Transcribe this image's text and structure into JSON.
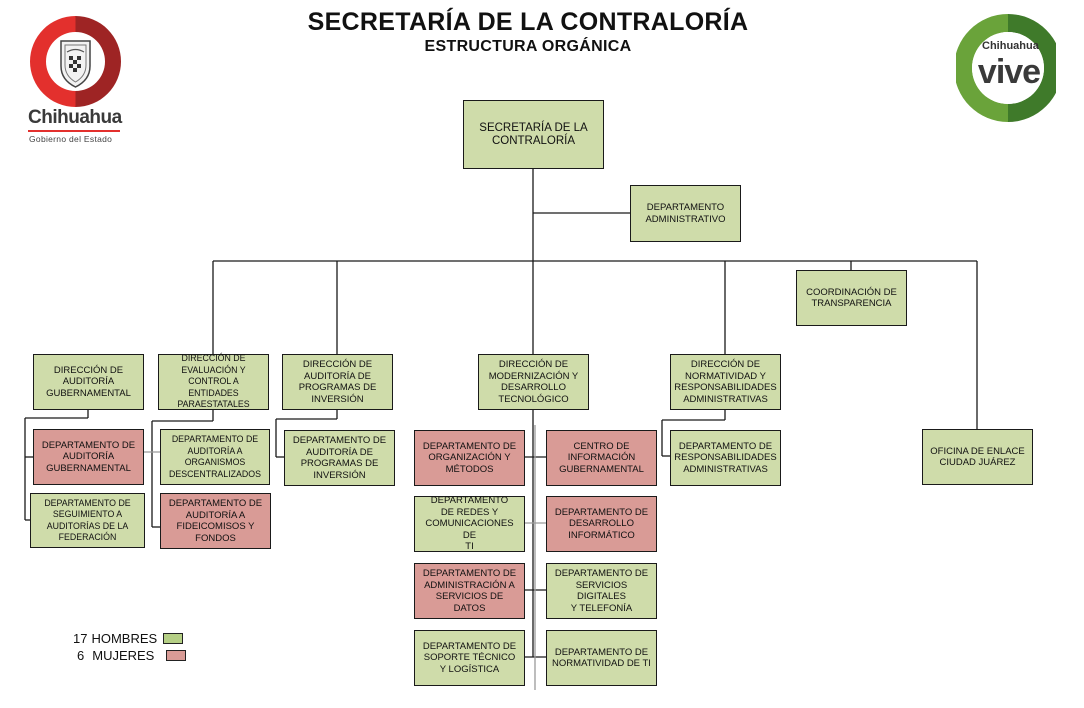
{
  "header": {
    "title": "SECRETARÍA DE LA CONTRALORÍA",
    "subtitle": "ESTRUCTURA ORGÁNICA"
  },
  "logos": {
    "left": {
      "name": "Chihuahua",
      "tagline": "Gobierno del Estado",
      "ring_color_light": "#e3302d",
      "ring_color_dark": "#9e2424"
    },
    "right": {
      "small": "Chihuahua",
      "big": "vive",
      "ring_color_light": "#6aa33a",
      "ring_color_dark": "#3f7a2a"
    }
  },
  "colors": {
    "hombres": "#cfdcaa",
    "mujeres": "#d99b96",
    "line": "#1a1a1a"
  },
  "nodes": {
    "secretaria": "SECRETARÍA DE LA\nCONTRALORÍA",
    "depto_administrativo": "DEPARTAMENTO\nADMINISTRATIVO",
    "coord_transparencia": "COORDINACIÓN DE\nTRANSPARENCIA",
    "dir_auditoria_gub": "DIRECCIÓN DE\nAUDITORÍA\nGUBERNAMENTAL",
    "dir_evaluacion": "DIRECCIÓN DE\nEVALUACIÓN Y\nCONTROL A ENTIDADES\nPARAESTATALES",
    "dir_programas_inversion": "DIRECCIÓN DE\nAUDITORÍA DE\nPROGRAMAS DE\nINVERSIÓN",
    "dir_modernizacion": "DIRECCIÓN DE\nMODERNIZACIÓN Y\nDESARROLLO\nTECNOLÓGICO",
    "dir_normatividad": "DIRECCIÓN DE\nNORMATIVIDAD Y\nRESPONSABILIDADES\nADMINISTRATIVAS",
    "oficina_juarez": "OFICINA DE ENLACE\nCIUDAD JUÁREZ",
    "dep_auditoria_gub": "DEPARTAMENTO DE\nAUDITORÍA\nGUBERNAMENTAL",
    "dep_seguimiento": "DEPARTAMENTO DE\nSEGUIMIENTO A\nAUDITORÍAS DE LA\nFEDERACIÓN",
    "dep_organismos": "DEPARTAMENTO DE\nAUDITORÍA A\nORGANISMOS\nDESCENTRALIZADOS",
    "dep_fideicomisos": "DEPARTAMENTO DE\nAUDITORÍA A\nFIDEICOMISOS Y\nFONDOS",
    "dep_programas_inversion": "DEPARTAMENTO DE\nAUDITORÍA DE\nPROGRAMAS DE\nINVERSIÓN",
    "dep_organizacion": "DEPARTAMENTO DE\nORGANIZACIÓN Y\nMÉTODOS",
    "centro_informacion": "CENTRO DE\nINFORMACIÓN\nGUBERNAMENTAL",
    "dep_redes": "DEPARTAMENTO\nDE REDES Y\nCOMUNICACIONES DE\nTI",
    "dep_desarrollo": "DEPARTAMENTO DE\nDESARROLLO\nINFORMÁTICO",
    "dep_admin_datos": "DEPARTAMENTO DE\nADMINISTRACIÓN A\nSERVICIOS DE DATOS",
    "dep_servicios_digitales": "DEPARTAMENTO DE\nSERVICIOS DIGITALES\nY TELEFONÍA",
    "dep_soporte": "DEPARTAMENTO DE\nSOPORTE TÉCNICO\nY LOGÍSTICA",
    "dep_normatividad_ti": "DEPARTAMENTO DE\nNORMATIVIDAD DE TI",
    "dep_responsabilidades": "DEPARTAMENTO DE\nRESPONSABILIDADES\nADMINISTRATIVAS"
  },
  "legend": {
    "hombres": {
      "count": "17",
      "label": "HOMBRES"
    },
    "mujeres": {
      "count": "6",
      "label": "MUJERES"
    }
  }
}
